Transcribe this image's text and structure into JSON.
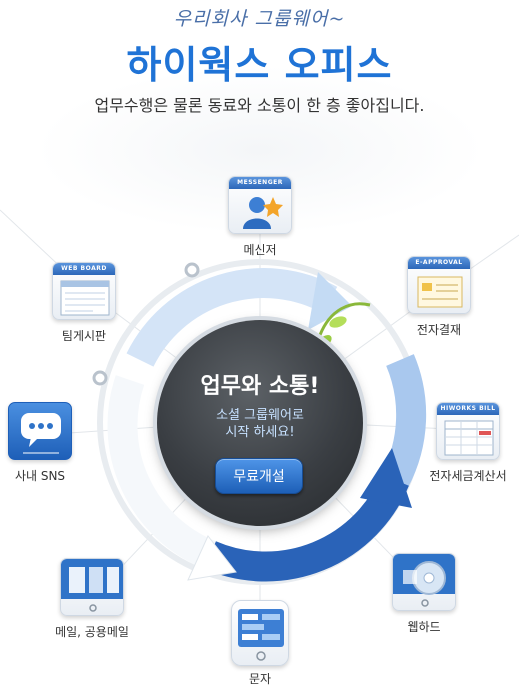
{
  "header": {
    "tagline": "우리회사 그룹웨어~",
    "title": "하이웍스 오피스",
    "subtitle": "업무수행은 물론 동료와 소통이 한 층 좋아집니다."
  },
  "center": {
    "headline": "업무와 소통!",
    "sub_line1": "소셜 그룹웨어로",
    "sub_line2": "시작 하세요!",
    "cta_label": "무료개설"
  },
  "apps": [
    {
      "label": "메신저",
      "badge": "MESSENGER",
      "icon": "messenger-icon"
    },
    {
      "label": "전자결재",
      "badge": "E-APPROVAL",
      "icon": "e-approval-icon"
    },
    {
      "label": "전자세금계산서",
      "badge": "HIWORKS BILL",
      "icon": "tax-invoice-icon"
    },
    {
      "label": "웹하드",
      "badge": "",
      "icon": "webhard-icon"
    },
    {
      "label": "문자",
      "badge": "",
      "icon": "sms-phone-icon"
    },
    {
      "label": "메일, 공용메일",
      "badge": "",
      "icon": "mail-icon"
    },
    {
      "label": "사내 SNS",
      "badge": "",
      "icon": "chat-bubble-icon"
    },
    {
      "label": "팀게시판",
      "badge": "WEB BOARD",
      "icon": "web-board-icon"
    }
  ],
  "colors": {
    "brand_blue": "#1f73d6",
    "ring_light": "#cfe0f5",
    "ring_dark": "#2a63b8",
    "center_dark": "#3a3e43"
  }
}
